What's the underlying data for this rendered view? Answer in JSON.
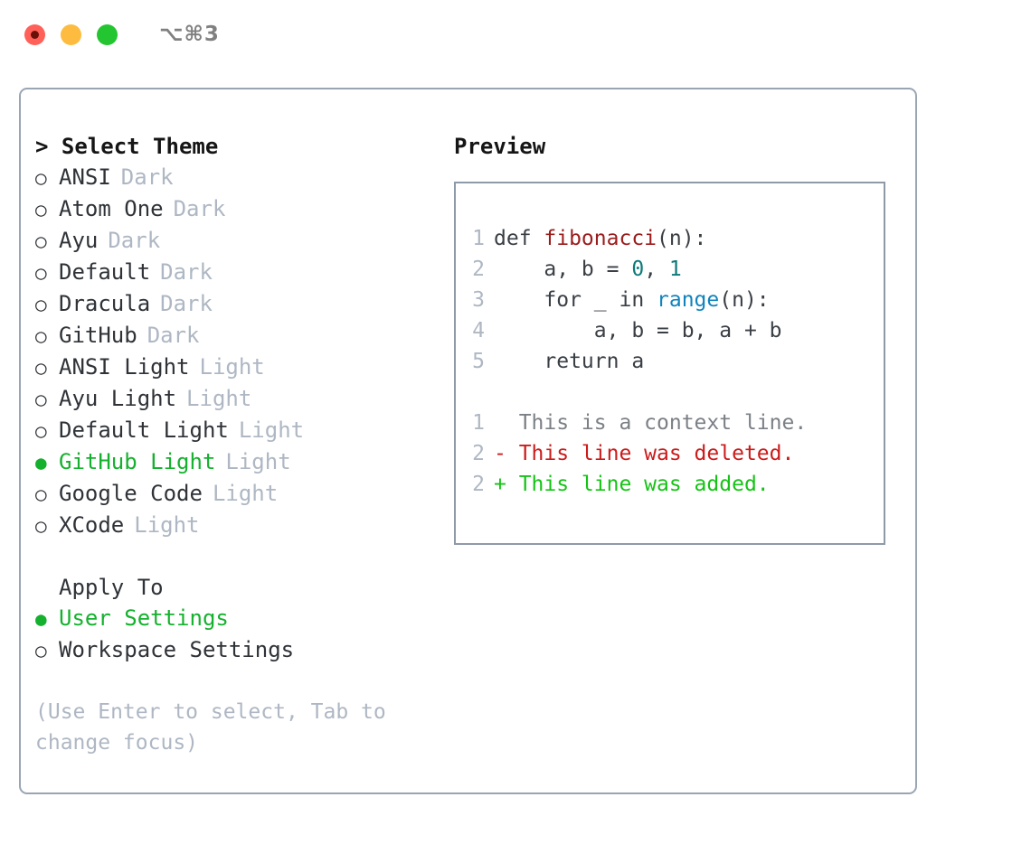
{
  "titlebar": {
    "shortcut": "⌥⌘3",
    "buttons": [
      "close",
      "minimize",
      "maximize"
    ]
  },
  "theme_picker": {
    "header": "> Select Theme",
    "items": [
      {
        "marker": "○",
        "name": "ANSI",
        "variant": "Dark",
        "selected": false
      },
      {
        "marker": "○",
        "name": "Atom One",
        "variant": "Dark",
        "selected": false
      },
      {
        "marker": "○",
        "name": "Ayu",
        "variant": "Dark",
        "selected": false
      },
      {
        "marker": "○",
        "name": "Default",
        "variant": "Dark",
        "selected": false
      },
      {
        "marker": "○",
        "name": "Dracula",
        "variant": "Dark",
        "selected": false
      },
      {
        "marker": "○",
        "name": "GitHub",
        "variant": "Dark",
        "selected": false
      },
      {
        "marker": "○",
        "name": "ANSI Light",
        "variant": "Light",
        "selected": false
      },
      {
        "marker": "○",
        "name": "Ayu Light",
        "variant": "Light",
        "selected": false
      },
      {
        "marker": "○",
        "name": "Default Light",
        "variant": "Light",
        "selected": false
      },
      {
        "marker": "●",
        "name": "GitHub Light",
        "variant": "Light",
        "selected": true
      },
      {
        "marker": "○",
        "name": "Google Code",
        "variant": "Light",
        "selected": false
      },
      {
        "marker": "○",
        "name": "XCode",
        "variant": "Light",
        "selected": false
      }
    ]
  },
  "apply_to": {
    "label": "Apply To",
    "items": [
      {
        "marker": "●",
        "name": "User Settings",
        "selected": true
      },
      {
        "marker": "○",
        "name": "Workspace Settings",
        "selected": false
      }
    ]
  },
  "hint": {
    "line1": "(Use Enter to select, Tab to",
    "line2": "change focus)"
  },
  "preview": {
    "title": "Preview",
    "code_lines": [
      {
        "no": "1",
        "tokens": [
          {
            "t": "def ",
            "c": "plain"
          },
          {
            "t": "fibonacci",
            "c": "fn"
          },
          {
            "t": "(n):",
            "c": "plain"
          }
        ]
      },
      {
        "no": "2",
        "tokens": [
          {
            "t": "    a, b = ",
            "c": "plain"
          },
          {
            "t": "0",
            "c": "num"
          },
          {
            "t": ", ",
            "c": "plain"
          },
          {
            "t": "1",
            "c": "num"
          }
        ]
      },
      {
        "no": "3",
        "tokens": [
          {
            "t": "    for _ in ",
            "c": "plain"
          },
          {
            "t": "range",
            "c": "builtin"
          },
          {
            "t": "(n):",
            "c": "plain"
          }
        ]
      },
      {
        "no": "4",
        "tokens": [
          {
            "t": "        a, b = b, a + b",
            "c": "plain"
          }
        ]
      },
      {
        "no": "5",
        "tokens": [
          {
            "t": "    return a",
            "c": "plain"
          }
        ]
      }
    ],
    "diff_lines": [
      {
        "no": "1",
        "kind": "context",
        "text": "  This is a context line."
      },
      {
        "no": "2",
        "kind": "del",
        "text": "- This line was deleted."
      },
      {
        "no": "2",
        "kind": "add",
        "text": "+ This line was added."
      }
    ]
  },
  "colors": {
    "accent_green": "#15b12e",
    "diff_add": "#15c315",
    "diff_del": "#cc1b1b",
    "muted": "#aeb7c3",
    "border": "#9aa5b4",
    "fn": "#9b1c1c",
    "num": "#0d7a7a",
    "builtin": "#1083bd"
  }
}
